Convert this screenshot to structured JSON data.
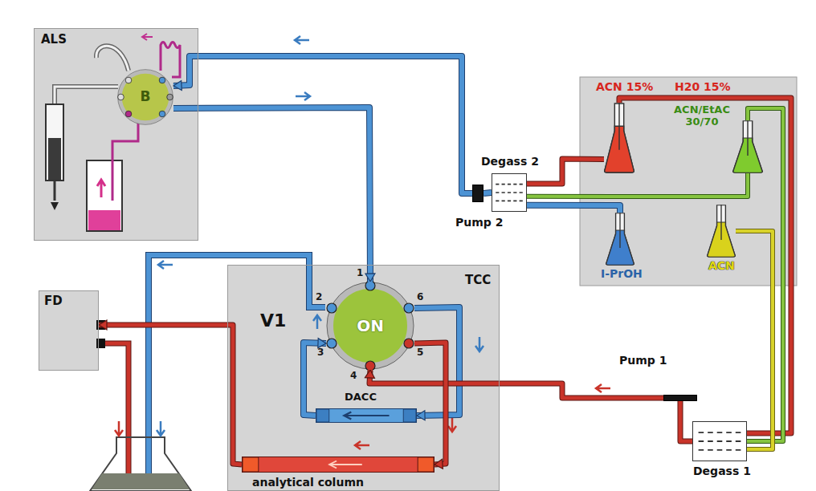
{
  "diagram": {
    "nodes": [
      {
        "text": [
          "ALS"
        ]
      },
      {
        "text": [
          "B"
        ],
        "in": 0
      },
      {
        "text": [
          "FD"
        ]
      },
      {
        "text": [
          "TCC"
        ]
      },
      {
        "text": [
          "V1",
          "ON"
        ],
        "in": 3
      },
      {
        "text": [
          "DACC"
        ],
        "in": 3
      },
      {
        "text": [
          "analytical column"
        ],
        "in": 3
      },
      {
        "text": [
          "Degass 2"
        ]
      },
      {
        "text": [
          "Pump 2"
        ]
      },
      {
        "text": [
          "ACN 15%",
          "H20 15%"
        ]
      },
      {
        "text": [
          "ACN/EtAC 30/70"
        ]
      },
      {
        "text": [
          "I-PrOH"
        ]
      },
      {
        "text": [
          "ACN"
        ]
      },
      {
        "text": [
          "Pump 1"
        ]
      },
      {
        "text": [
          "Degass 1"
        ]
      }
    ],
    "edges": [
      {
        "from": 8,
        "to": 1,
        "arrow": "to"
      },
      {
        "from": 1,
        "to": 4,
        "arrow": "to"
      },
      {
        "from": 4,
        "to": 5,
        "arrow": "to"
      },
      {
        "from": 5,
        "to": 4,
        "arrow": "to"
      },
      {
        "from": 13,
        "to": 4,
        "arrow": "to"
      },
      {
        "from": 4,
        "to": 6,
        "arrow": "to"
      },
      {
        "from": 6,
        "to": 2,
        "arrow": "to"
      },
      {
        "from": 14,
        "to": 13,
        "arrow": "none"
      },
      {
        "from": 7,
        "to": 8,
        "arrow": "none"
      },
      {
        "from": 9,
        "to": 14,
        "arrow": "none"
      },
      {
        "from": 10,
        "to": 14,
        "arrow": "none"
      },
      {
        "from": 12,
        "to": 14,
        "arrow": "none"
      },
      {
        "from": 9,
        "to": 7,
        "arrow": "none"
      },
      {
        "from": 10,
        "to": 7,
        "arrow": "none"
      },
      {
        "from": 11,
        "to": 7,
        "arrow": "none"
      }
    ],
    "labels": [
      "1",
      "2",
      "3",
      "4",
      "5",
      "6"
    ]
  }
}
